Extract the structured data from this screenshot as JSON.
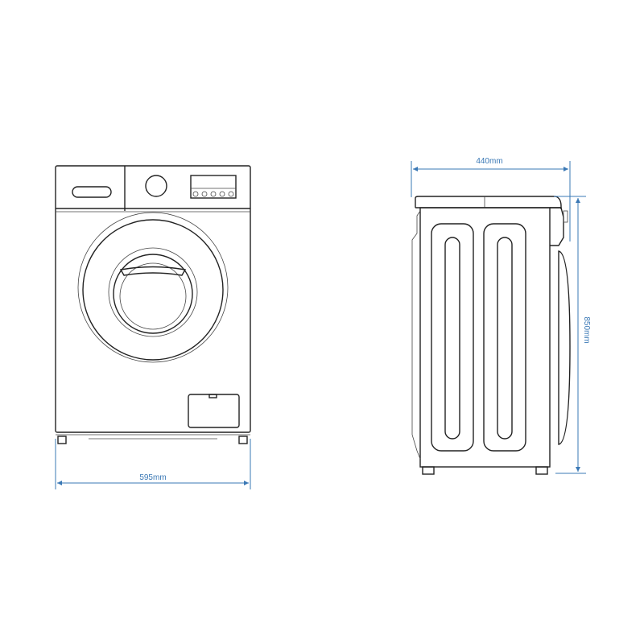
{
  "title": "Washing machine dimension drawing",
  "colors": {
    "dimension": "#3a78b5",
    "outline": "#222222"
  },
  "dimensions": {
    "width": {
      "label": "595mm",
      "value_mm": 595
    },
    "depth": {
      "label": "440mm",
      "value_mm": 440
    },
    "height": {
      "label": "850mm",
      "value_mm": 850
    }
  }
}
